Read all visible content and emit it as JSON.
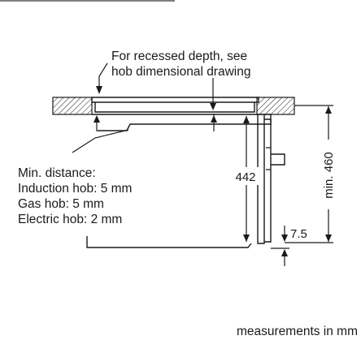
{
  "diagram": {
    "top_line": "",
    "note": {
      "line1": "For recessed depth, see",
      "line2": "hob dimensional drawing"
    },
    "min_distance": {
      "title": "Min. distance:",
      "induction": "Induction hob: 5 mm",
      "gas": "Gas hob: 5 mm",
      "electric": "Electric hob: 2 mm"
    },
    "dimensions": {
      "height_inner": "442",
      "height_min": "min. 460",
      "offset": "7.5"
    },
    "units_note": "measurements in mm"
  }
}
